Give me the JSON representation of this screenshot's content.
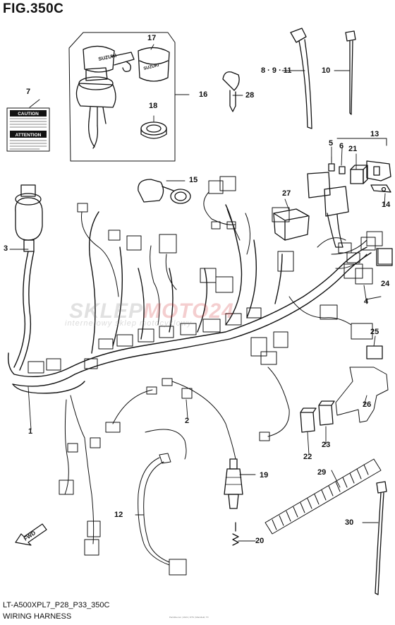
{
  "figure": {
    "title": "FIG.350C",
    "model_code": "LT-A500XPL7_P28_P33_350C",
    "caption": "WIRING HARNESS",
    "copyright": "Partzilla.com | 2021 | OTS | Mansfield, TX"
  },
  "watermark": {
    "brand_part1": "SKLEP",
    "brand_part2": "MOTO24",
    "tagline": "internetowy sklep motocyklowy"
  },
  "labels": {
    "caution": "CAUTION",
    "attention": "ATTENTION",
    "fwd": "FWD",
    "key_brand": "SUZUKI"
  },
  "callouts": {
    "c1": "1",
    "c2": "2",
    "c3": "3",
    "c4": "4",
    "c5": "5",
    "c6": "6",
    "c7": "7",
    "c8_9_11": "8 · 9 · 11",
    "c10": "10",
    "c12": "12",
    "c13": "13",
    "c14": "14",
    "c15": "15",
    "c16": "16",
    "c17": "17",
    "c18": "18",
    "c19": "19",
    "c20": "20",
    "c21": "21",
    "c22": "22",
    "c23": "23",
    "c24": "24",
    "c25": "25",
    "c26": "26",
    "c27": "27",
    "c28": "28",
    "c29": "29",
    "c30": "30"
  }
}
